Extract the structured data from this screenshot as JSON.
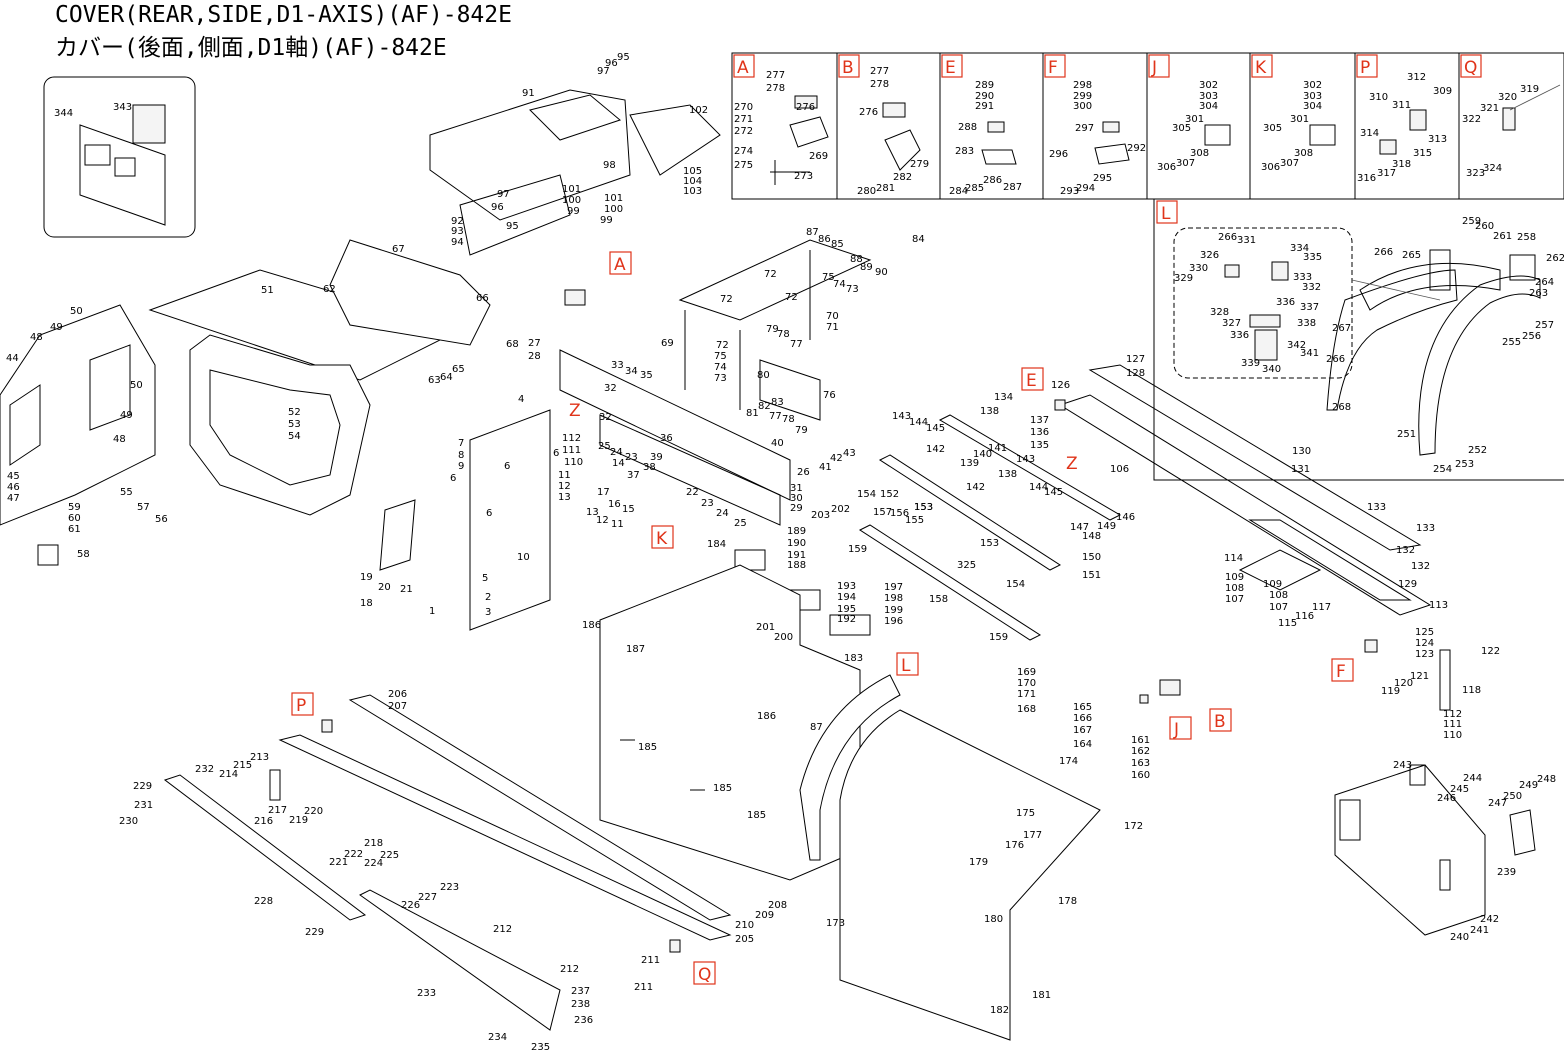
{
  "header": {
    "title_en": "COVER(REAR,SIDE,D1-AXIS)(AF)-842E",
    "title_ja": "カバー(後面,側面,D1軸)(AF)-842E"
  },
  "colors": {
    "callout_red": "#e0341a",
    "line": "#000000"
  },
  "detail_panels": [
    "A",
    "B",
    "E",
    "F",
    "J",
    "K",
    "P",
    "Q"
  ],
  "detail_L": "L",
  "callout_labels": [
    "A",
    "Z",
    "Z",
    "E",
    "K",
    "L",
    "F",
    "P",
    "J",
    "B",
    "Q"
  ],
  "numbers": [
    "97",
    "96",
    "95",
    "91",
    "98",
    "102",
    "105",
    "104",
    "103",
    "97",
    "96",
    "95",
    "92",
    "93",
    "94",
    "101",
    "100",
    "99",
    "101",
    "100",
    "99",
    "344",
    "343",
    "67",
    "62",
    "66",
    "68",
    "65",
    "64",
    "63",
    "51",
    "50",
    "49",
    "48",
    "44",
    "50",
    "49",
    "48",
    "45",
    "46",
    "47",
    "59",
    "60",
    "61",
    "58",
    "55",
    "57",
    "56",
    "52",
    "53",
    "54",
    "4",
    "7",
    "8",
    "9",
    "6",
    "6",
    "6",
    "19",
    "20",
    "21",
    "18",
    "1",
    "2",
    "3",
    "5",
    "10",
    "6",
    "27",
    "28",
    "33",
    "34",
    "35",
    "32",
    "36",
    "32",
    "25",
    "24",
    "23",
    "22",
    "14",
    "37",
    "39",
    "38",
    "112",
    "111",
    "110",
    "11",
    "12",
    "13",
    "17",
    "16",
    "15",
    "13",
    "12",
    "11",
    "23",
    "24",
    "25",
    "31",
    "30",
    "29",
    "26",
    "40",
    "41",
    "42",
    "43",
    "87",
    "86",
    "85",
    "84",
    "88",
    "89",
    "90",
    "75",
    "74",
    "73",
    "72",
    "72",
    "72",
    "72",
    "70",
    "71",
    "69",
    "75",
    "74",
    "73",
    "79",
    "78",
    "77",
    "80",
    "81",
    "82",
    "83",
    "76",
    "77",
    "78",
    "79",
    "277",
    "278",
    "276",
    "270",
    "271",
    "272",
    "269",
    "274",
    "275",
    "273",
    "277",
    "278",
    "276",
    "279",
    "280",
    "281",
    "282",
    "289",
    "290",
    "291",
    "288",
    "283",
    "284",
    "285",
    "286",
    "287",
    "298",
    "299",
    "300",
    "297",
    "296",
    "292",
    "293",
    "294",
    "295",
    "302",
    "303",
    "304",
    "301",
    "305",
    "306",
    "307",
    "308",
    "302",
    "303",
    "304",
    "301",
    "305",
    "306",
    "307",
    "308",
    "311",
    "312",
    "310",
    "309",
    "314",
    "313",
    "315",
    "316",
    "317",
    "318",
    "319",
    "320",
    "321",
    "322",
    "323",
    "324",
    "331",
    "334",
    "335",
    "326",
    "330",
    "329",
    "333",
    "332",
    "328",
    "336",
    "337",
    "327",
    "338",
    "336",
    "339",
    "340",
    "342",
    "341",
    "266",
    "259",
    "260",
    "261",
    "258",
    "262",
    "265",
    "264",
    "266",
    "263",
    "267",
    "257",
    "256",
    "255",
    "266",
    "268",
    "251",
    "252",
    "253",
    "254",
    "127",
    "128",
    "126",
    "106",
    "130",
    "131",
    "133",
    "133",
    "132",
    "132",
    "129",
    "113",
    "114",
    "109",
    "108",
    "107",
    "109",
    "108",
    "107",
    "117",
    "116",
    "115",
    "125",
    "124",
    "123",
    "122",
    "121",
    "120",
    "119",
    "118",
    "112",
    "111",
    "110",
    "138",
    "134",
    "137",
    "136",
    "135",
    "143",
    "144",
    "145",
    "142",
    "141",
    "140",
    "139",
    "138",
    "142",
    "143",
    "144",
    "145",
    "146",
    "147",
    "148",
    "149",
    "150",
    "151",
    "153",
    "153",
    "154",
    "152",
    "157",
    "156",
    "155",
    "153",
    "159",
    "325",
    "158",
    "154",
    "159",
    "203",
    "202",
    "184",
    "189",
    "190",
    "191",
    "188",
    "193",
    "194",
    "195",
    "192",
    "197",
    "198",
    "199",
    "196",
    "201",
    "200",
    "186",
    "187",
    "183",
    "186",
    "87",
    "185",
    "185",
    "185",
    "169",
    "170",
    "171",
    "168",
    "165",
    "166",
    "167",
    "164",
    "161",
    "162",
    "163",
    "160",
    "174",
    "172",
    "175",
    "177",
    "176",
    "179",
    "180",
    "178",
    "173",
    "181",
    "182",
    "206",
    "207",
    "213",
    "215",
    "214",
    "232",
    "229",
    "231",
    "230",
    "217",
    "216",
    "220",
    "219",
    "218",
    "222",
    "221",
    "225",
    "224",
    "223",
    "227",
    "226",
    "228",
    "229",
    "212",
    "212",
    "211",
    "211",
    "210",
    "209",
    "208",
    "205",
    "233",
    "237",
    "238",
    "236",
    "234",
    "235",
    "243",
    "244",
    "245",
    "246",
    "249",
    "248",
    "250",
    "247",
    "239",
    "242",
    "241",
    "240"
  ]
}
